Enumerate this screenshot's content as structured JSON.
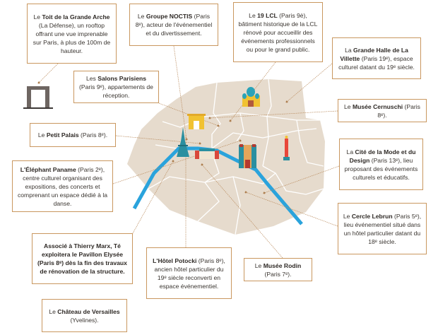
{
  "colors": {
    "land": "#e6dbcd",
    "river": "#2aa3dc",
    "border": "#c9975f",
    "leader": "#b98a5c"
  },
  "boxes": {
    "toit": {
      "pre": "Le ",
      "name": "Toit de la Grande Arche",
      "post": " (La Défense), un rooftop offrant une vue imprenable sur Paris, à plus de 100m de hauteur."
    },
    "noctis": {
      "pre": "Le ",
      "name": "Groupe NOCTIS",
      "post": " (Paris 8ᵉ), acteur de l'événementiel et du divertissement."
    },
    "lcl": {
      "pre": "Le ",
      "name": "19 LCL",
      "post": " (Paris 9è), bâtiment historique de la LCL rénové pour accueillir des événements professionnels ou pour le grand public."
    },
    "villette": {
      "pre": "La ",
      "name": "Grande Halle de La Villette",
      "post": " (Paris 19ᵉ), espace culturel datant du 19ᵉ siècle."
    },
    "salons": {
      "pre": "Les ",
      "name": "Salons Parisiens",
      "post": " (Paris 9ᵉ), appartements de réception."
    },
    "cernuschi": {
      "pre": "Le ",
      "name": "Musée Cernuschi",
      "post": " (Paris 8ᵉ)."
    },
    "petitpalais": {
      "pre": "Le ",
      "name": "Petit Palais",
      "post": " (Paris 8ᵉ)."
    },
    "elephant": {
      "pre": "",
      "name": "L'Éléphant Paname",
      "post": " (Paris 2ᵉ), centre culturel organisant des expositions, des concerts et comprenant un espace dédié à la danse."
    },
    "citemode": {
      "pre": "La ",
      "name": "Cité de la Mode et du Design",
      "post": " (Paris 13ᵉ), lieu proposant des événements culturels et éducatifs."
    },
    "lebrun": {
      "pre": "Le ",
      "name": "Cercle Lebrun",
      "post": " (Paris 5ᵉ), lieu événementiel situé dans un hôtel particulier datant du 18ᵉ siècle."
    },
    "marx": {
      "pre": "",
      "name": "Associé à Thierry Marx, Té exploitera le Pavillon Elysée (Paris 8ᵉ) dès la fin des travaux de rénovation de la structure.",
      "post": ""
    },
    "potocki": {
      "pre": "",
      "name": "L'Hôtel Potocki",
      "post": " (Paris 8ᵉ), ancien hôtel particulier du 19ᵉ siècle reconverti en espace événementiel."
    },
    "rodin": {
      "pre": "Le ",
      "name": "Musée Rodin",
      "post": " (Paris 7ᵉ)."
    },
    "versailles": {
      "pre": "Le ",
      "name": "Château de Versailles",
      "post": " (Yvelines)."
    }
  }
}
